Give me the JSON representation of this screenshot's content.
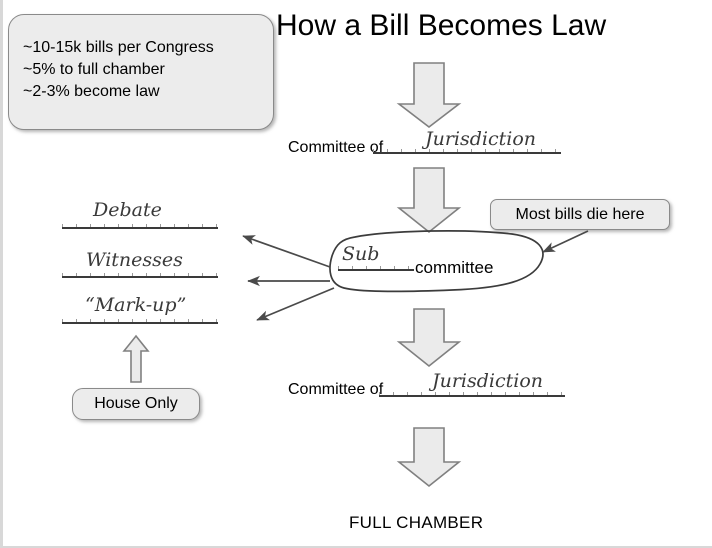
{
  "slide": {
    "title": "How a Bill Becomes Law"
  },
  "stats_box": {
    "name": "bill-statistics-box",
    "lines": [
      "~10-15k bills per Congress",
      "~5% to full chamber",
      "~2-3% become law"
    ]
  },
  "flow": {
    "committee_label_1": "Committee of",
    "jurisdiction_1": "Jurisdiction",
    "committee_label_2": "Committee of",
    "jurisdiction_2": "Jurisdiction",
    "sub_script": "Sub",
    "committee_word": "committee",
    "full_chamber": "FULL CHAMBER"
  },
  "subcommittee_activities": [
    {
      "label": "Debate"
    },
    {
      "label": "Witnesses"
    },
    {
      "label": "“Mark-up”"
    }
  ],
  "callouts": {
    "most_bills_die": "Most bills die here",
    "house_only": "House Only"
  },
  "colors": {
    "block_arrow_fill": "#ebebeb",
    "block_arrow_stroke": "#808080",
    "callout_fill": "#ececec",
    "callout_stroke": "#8a8a8a",
    "script_ink": "#3a3a3a",
    "thin_arrow": "#4a4a4a",
    "text": "#000000",
    "background": "#ffffff"
  }
}
